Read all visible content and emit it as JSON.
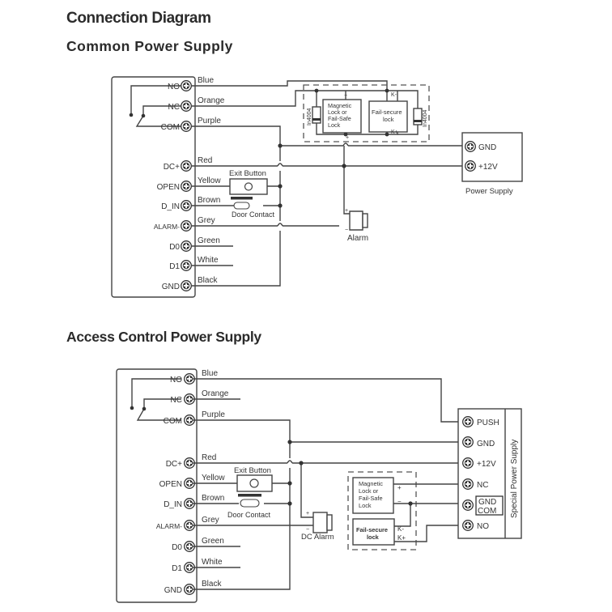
{
  "title": "Connection Diagram",
  "sections": [
    {
      "heading": "Common Power Supply",
      "controller_terminals": [
        {
          "label": "NO",
          "wire": "Blue"
        },
        {
          "label": "NC",
          "wire": "Orange"
        },
        {
          "label": "COM",
          "wire": "Purple"
        },
        {
          "label": "DC+",
          "wire": "Red"
        },
        {
          "label": "OPEN",
          "wire": "Yellow"
        },
        {
          "label": "D_IN",
          "wire": "Brown"
        },
        {
          "label": "ALARM-",
          "wire": "Grey"
        },
        {
          "label": "D0",
          "wire": "Green"
        },
        {
          "label": "D1",
          "wire": "White"
        },
        {
          "label": "GND",
          "wire": "Black"
        }
      ],
      "exit_button": "Exit Button",
      "door_contact": "Door Contact",
      "lock_box": {
        "magnetic_lock": [
          "Magnetic",
          "Lock or",
          "Fail-Safe",
          "Lock"
        ],
        "fail_secure_lock": [
          "Fail-secure",
          "lock"
        ],
        "diode_left": "In4004",
        "diode_right": "In4004",
        "k_minus": "K-",
        "k_plus": "K+",
        "minus": "−",
        "plus": "+"
      },
      "alarm": {
        "label": "Alarm",
        "plus": "+",
        "minus": "−"
      },
      "power_supply": {
        "label": "Power Supply",
        "terminals": [
          "GND",
          "+12V"
        ]
      }
    },
    {
      "heading": "Access Control Power Supply",
      "controller_terminals": [
        {
          "label": "NO",
          "wire": "Blue"
        },
        {
          "label": "NC",
          "wire": "Orange"
        },
        {
          "label": "COM",
          "wire": "Purple"
        },
        {
          "label": "DC+",
          "wire": "Red"
        },
        {
          "label": "OPEN",
          "wire": "Yellow"
        },
        {
          "label": "D_IN",
          "wire": "Brown"
        },
        {
          "label": "ALARM-",
          "wire": "Grey"
        },
        {
          "label": "D0",
          "wire": "Green"
        },
        {
          "label": "D1",
          "wire": "White"
        },
        {
          "label": "GND",
          "wire": "Black"
        }
      ],
      "exit_button": "Exit Button",
      "door_contact": "Door Contact",
      "alarm": {
        "label": "DC Alarm",
        "plus": "+",
        "minus": "−"
      },
      "lock_box": {
        "magnetic_lock": [
          "Magnetic",
          "Lock or",
          "Fail-Safe",
          "Lock"
        ],
        "fail_secure_lock": [
          "Fail-secure",
          "lock"
        ],
        "plus": "+",
        "minus": "−",
        "k_minus": "K-",
        "k_plus": "K+"
      },
      "power_supply": {
        "label": "Special Power Supply",
        "terminals": [
          "PUSH",
          "GND",
          "+12V",
          "NC",
          "GND COM",
          "NO"
        ],
        "gnd_com_lines": [
          "GND",
          "COM"
        ]
      }
    }
  ]
}
